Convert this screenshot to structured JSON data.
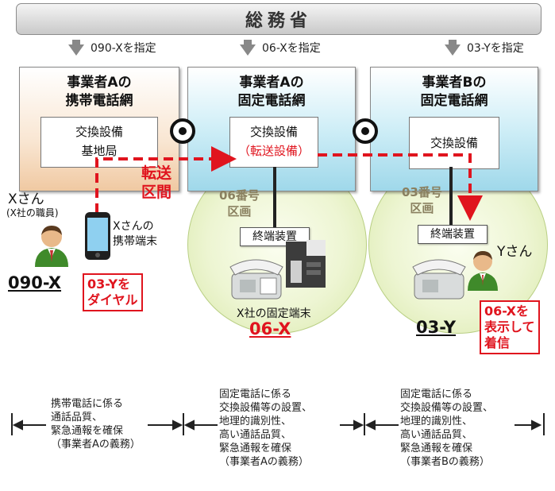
{
  "ministry": "総務省",
  "assignments": {
    "left": "090-Xを指定",
    "middle": "06-Xを指定",
    "right": "03-Yを指定"
  },
  "networks": {
    "mobile_a": {
      "title_line1": "事業者Aの",
      "title_line2": "携帯電話網",
      "exchange_line1": "交換設備",
      "exchange_line2": "基地局"
    },
    "fixed_a": {
      "title_line1": "事業者Aの",
      "title_line2": "固定電話網",
      "exchange_line1": "交換設備",
      "exchange_line2": "（転送設備）"
    },
    "fixed_b": {
      "title_line1": "事業者Bの",
      "title_line2": "固定電話網",
      "exchange_line1": "交換設備"
    }
  },
  "transfer_label_line1": "転送",
  "transfer_label_line2": "区間",
  "areas": {
    "area06_line1": "06番号",
    "area06_line2": "区画",
    "area03_line1": "03番号",
    "area03_line2": "区画"
  },
  "terminal_device": "終端装置",
  "person_x": {
    "name": "Xさん",
    "affiliation": "(X社の職員)",
    "device_line1": "Xさんの",
    "device_line2": "携帯端末",
    "number": "090-X"
  },
  "dial_note": {
    "line1": "03-Yを",
    "line2": "ダイヤル"
  },
  "x_fixed_terminal": {
    "label": "X社の固定端末",
    "number": "06-X"
  },
  "person_y": {
    "name": "Yさん",
    "number": "03-Y"
  },
  "display_note": {
    "line1": "06-Xを",
    "line2": "表示して",
    "line3": "着信"
  },
  "obligations": {
    "left": [
      "携帯電話に係る",
      "通話品質、",
      "緊急通報を確保",
      "（事業者Aの義務）"
    ],
    "middle": [
      "固定電話に係る",
      "交換設備等の設置、",
      "地理的識別性、",
      "高い通話品質、",
      "緊急通報を確保",
      "（事業者Aの義務）"
    ],
    "right": [
      "固定電話に係る",
      "交換設備等の設置、",
      "地理的識別性、",
      "高い通話品質、",
      "緊急通報を確保",
      "（事業者Bの義務）"
    ]
  },
  "colors": {
    "red": "#e0141e",
    "mobile_net": "#f0c9a2",
    "fixed_net": "#9fd8ea",
    "area_circle": "#d8e8a8"
  }
}
